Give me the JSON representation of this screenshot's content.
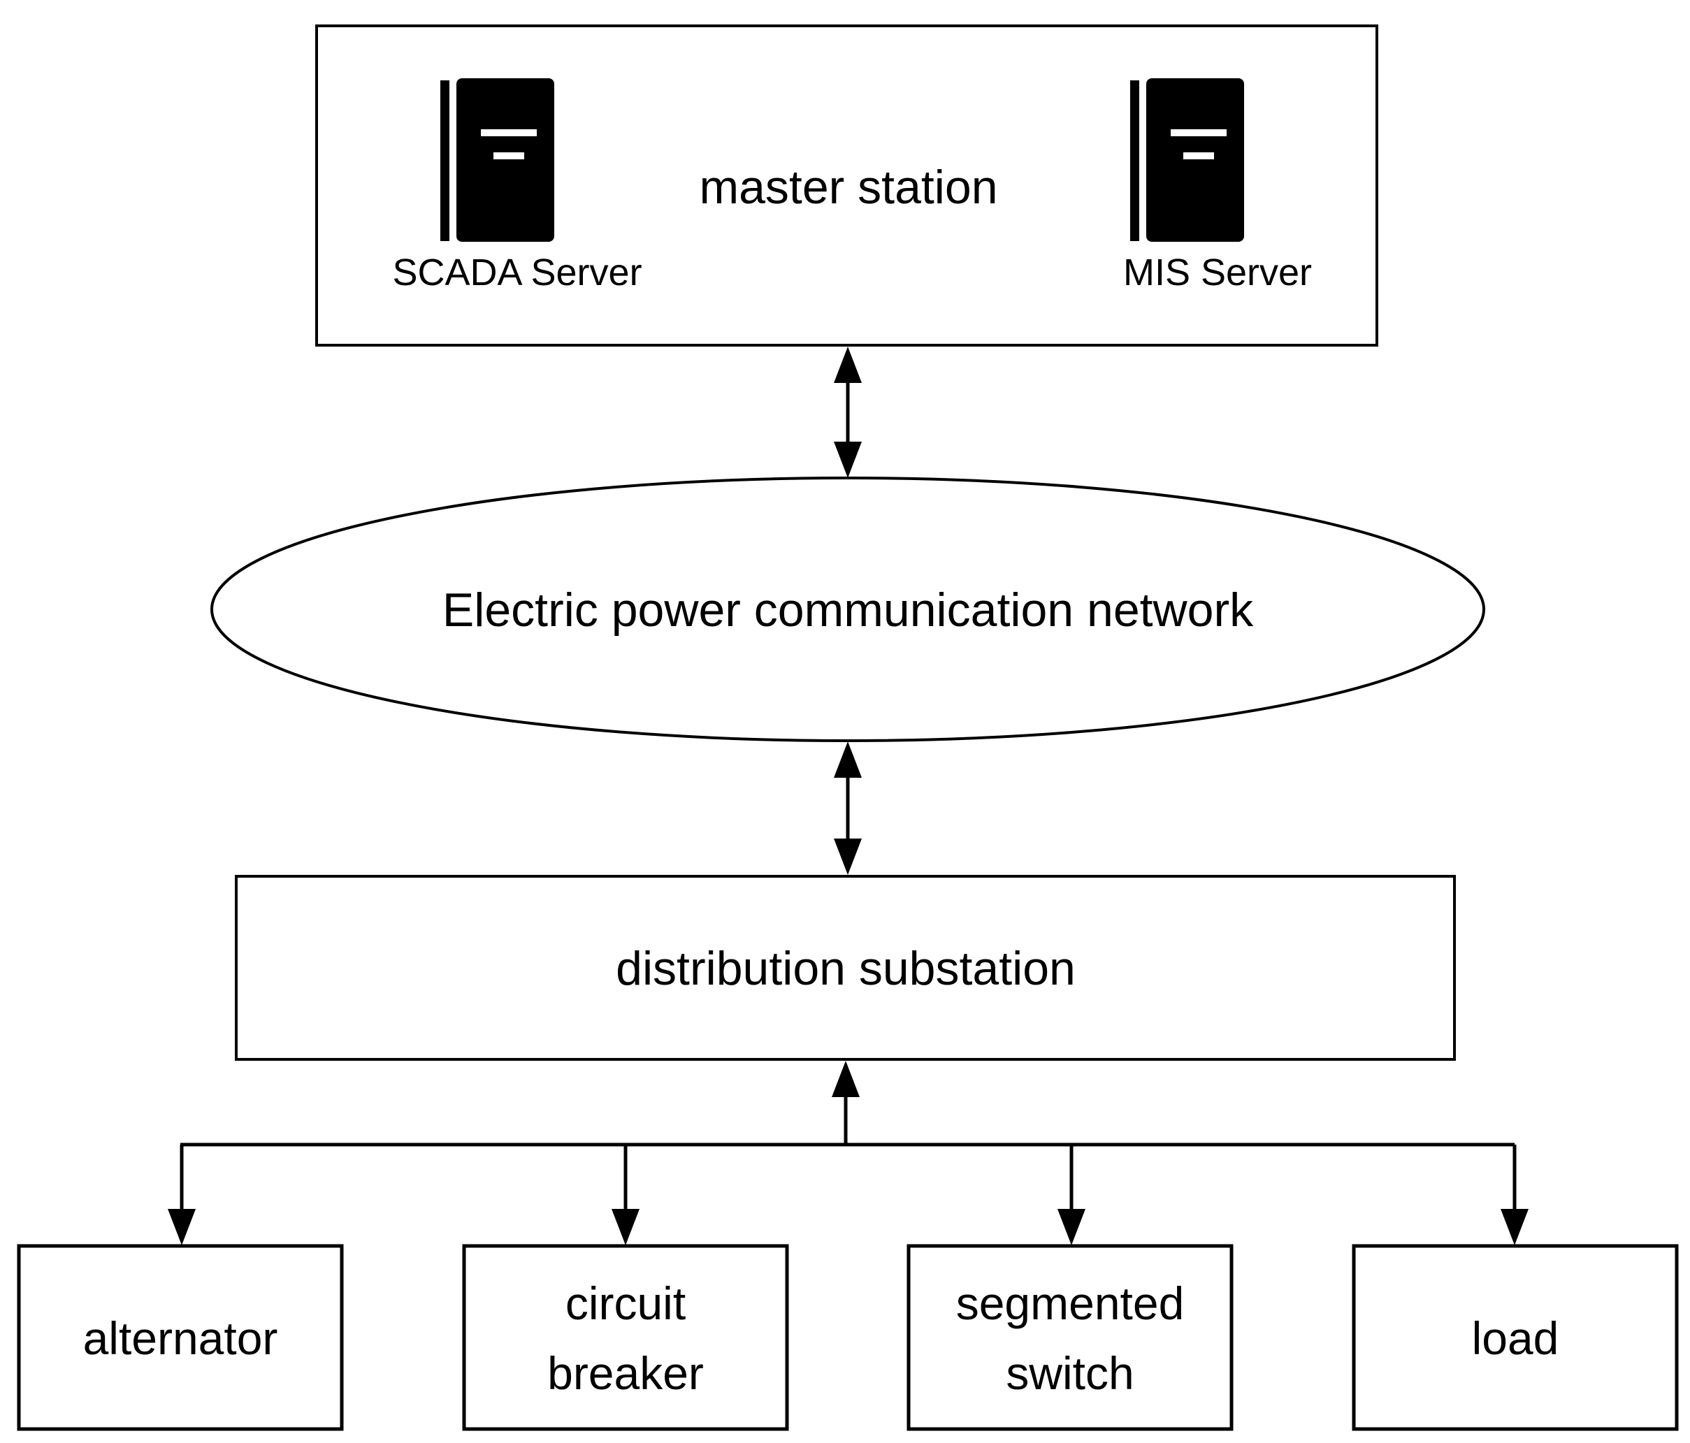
{
  "diagram": {
    "master_station": {
      "label": "master station",
      "scada_server_label": "SCADA Server",
      "mis_server_label": "MIS Server"
    },
    "network": {
      "label": "Electric power communication network"
    },
    "distribution_substation": {
      "label": "distribution substation"
    },
    "devices": [
      {
        "lines": [
          "alternator"
        ]
      },
      {
        "lines": [
          "circuit",
          "breaker"
        ]
      },
      {
        "lines": [
          "segmented",
          "switch"
        ]
      },
      {
        "lines": [
          "load"
        ]
      }
    ]
  },
  "colors": {
    "stroke": "#000000",
    "background": "#ffffff"
  }
}
